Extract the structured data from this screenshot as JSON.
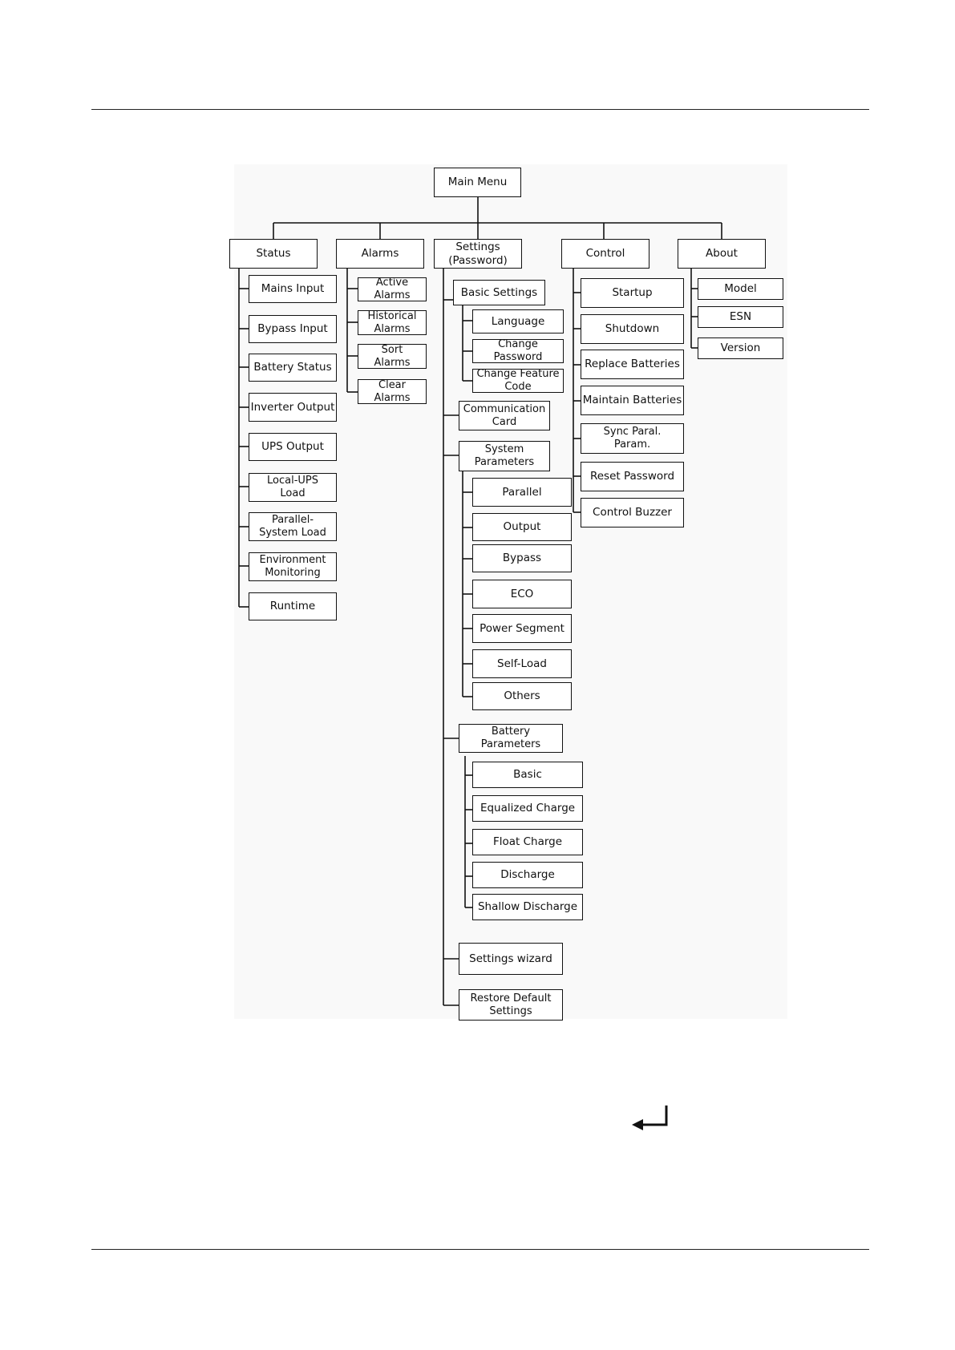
{
  "diagram": {
    "root": "Main Menu",
    "status": {
      "title": "Status",
      "items": [
        "Mains Input",
        "Bypass Input",
        "Battery Status",
        "Inverter Output",
        "UPS Output",
        "Local-UPS\nLoad",
        "Parallel-\nSystem Load",
        "Environment\nMonitoring",
        "Runtime"
      ]
    },
    "alarms": {
      "title": "Alarms",
      "items": [
        "Active\nAlarms",
        "Historical\nAlarms",
        "Sort\nAlarms",
        "Clear\nAlarms"
      ]
    },
    "settings": {
      "title": "Settings\n(Password)",
      "basic_settings": "Basic Settings",
      "basic_items": [
        "Language",
        "Change\nPassword",
        "Change Feature\nCode"
      ],
      "communication_card": "Communication\nCard",
      "system_parameters": "System\nParameters",
      "system_items": [
        "Parallel",
        "Output",
        "Bypass",
        "ECO",
        "Power Segment",
        "Self-Load",
        "Others"
      ],
      "battery_parameters": "Battery\nParameters",
      "battery_items": [
        "Basic",
        "Equalized Charge",
        "Float Charge",
        "Discharge",
        "Shallow Discharge"
      ],
      "settings_wizard": "Settings wizard",
      "restore_default": "Restore Default\nSettings"
    },
    "control": {
      "title": "Control",
      "items": [
        "Startup",
        "Shutdown",
        "Replace Batteries",
        "Maintain Batteries",
        "Sync Paral.\nParam.",
        "Reset Password",
        "Control Buzzer"
      ]
    },
    "about": {
      "title": "About",
      "items": [
        "Model",
        "ESN",
        "Version"
      ]
    }
  },
  "icons": {
    "enter": "enter-key-icon"
  }
}
